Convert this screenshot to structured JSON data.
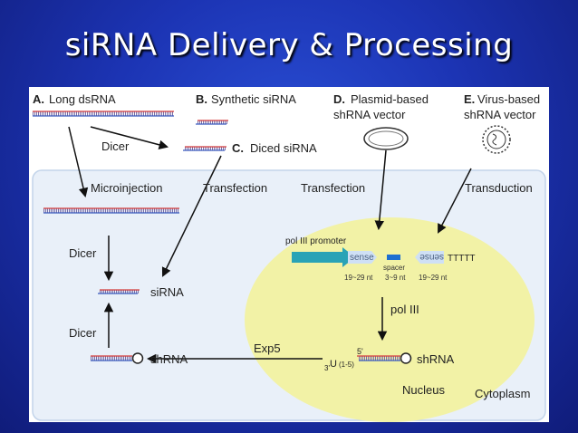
{
  "slide": {
    "title": "siRNA Delivery & Processing"
  },
  "labels": {
    "a_letter": "A.",
    "a_text": "Long dsRNA",
    "b_letter": "B.",
    "b_text": "Synthetic siRNA",
    "c_letter": "C.",
    "c_text": "Diced siRNA",
    "d_letter": "D.",
    "d_line1": "Plasmid-based",
    "d_line2": "shRNA vector",
    "e_letter": "E.",
    "e_line1": "Virus-based",
    "e_line2": "shRNA vector",
    "dicer_top": "Dicer",
    "microinjection": "Microinjection",
    "transfection_left": "Transfection",
    "transfection_mid": "Transfection",
    "transduction": "Transduction",
    "dicer_mid": "Dicer",
    "dicer_low": "Dicer",
    "sirna": "siRNA",
    "shrna_left": "shRNA",
    "shrna_right": "shRNA",
    "exp5": "Exp5",
    "pol3_promoter": "pol III promoter",
    "sense": "sense",
    "antisense": "sense",
    "ttttt": "TTTTT",
    "spacer": "spacer",
    "nt_left": "19~29 nt",
    "nt_mid": "3~9 nt",
    "nt_right": "19~29 nt",
    "pol3": "pol III",
    "tail_3": "3'",
    "tail_u": "U",
    "tail_range": "(1-5)",
    "tail_5": "5'",
    "nucleus": "Nucleus",
    "cytoplasm": "Cytoplasm"
  },
  "colors": {
    "cytoplasm_fill": "#e9f0f9",
    "cytoplasm_stroke": "#c3d4ea",
    "nucleus_fill": "#f2f2a6",
    "strand_red": "#d43c3c",
    "strand_blue": "#3a5bbf",
    "promoter": "#2aa3b6",
    "spacer": "#1e6fd0",
    "sense_box": "#cfe0f5"
  }
}
